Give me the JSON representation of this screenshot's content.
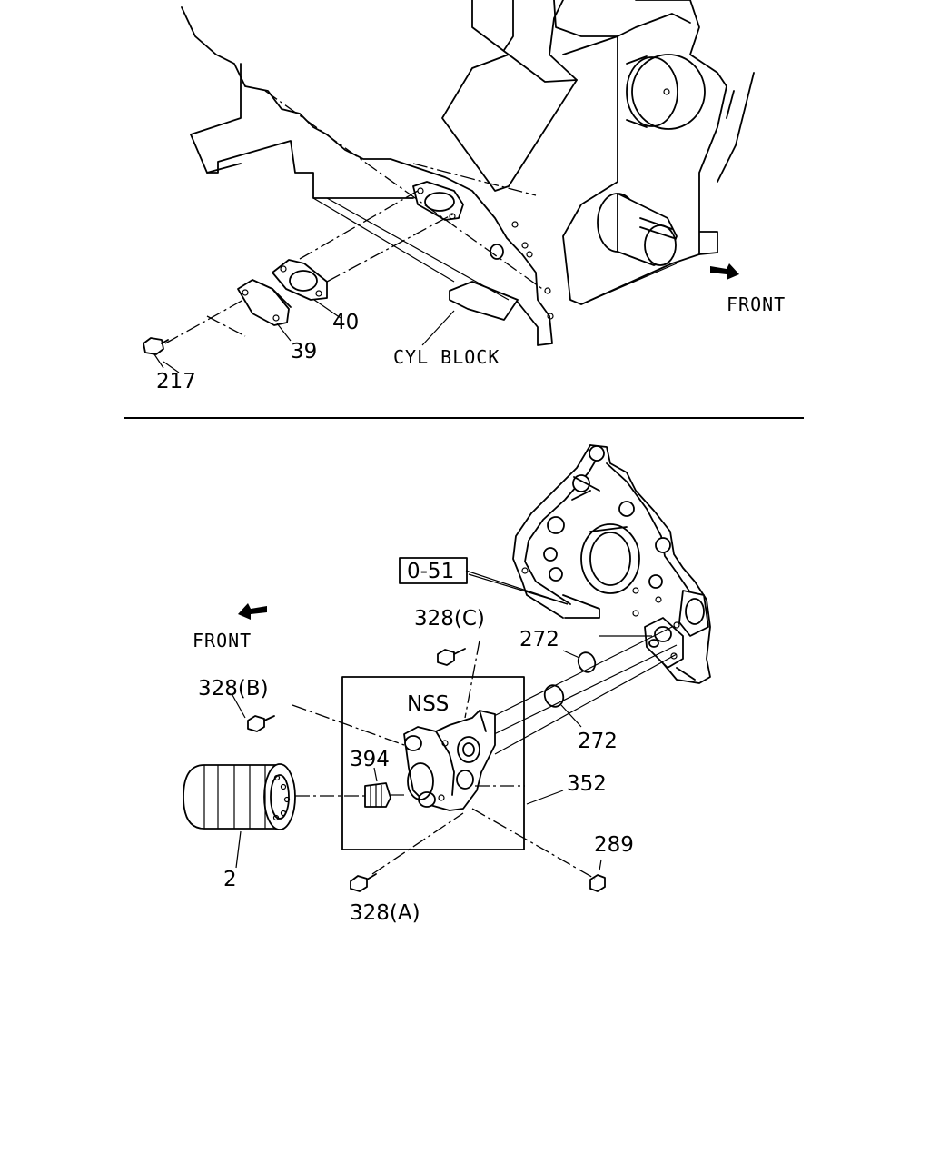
{
  "top_view": {
    "labels": {
      "part_217": "217",
      "part_39": "39",
      "part_40": "40",
      "cyl_block": "CYL BLOCK",
      "front": "FRONT"
    }
  },
  "bottom_view": {
    "labels": {
      "ref_0_51": "0-51",
      "front": "FRONT",
      "part_328c": "328(C)",
      "part_272_upper": "272",
      "part_328b": "328(B)",
      "nss": "NSS",
      "part_394": "394",
      "part_272_lower": "272",
      "part_352": "352",
      "part_2": "2",
      "part_289": "289",
      "part_328a": "328(A)"
    }
  }
}
